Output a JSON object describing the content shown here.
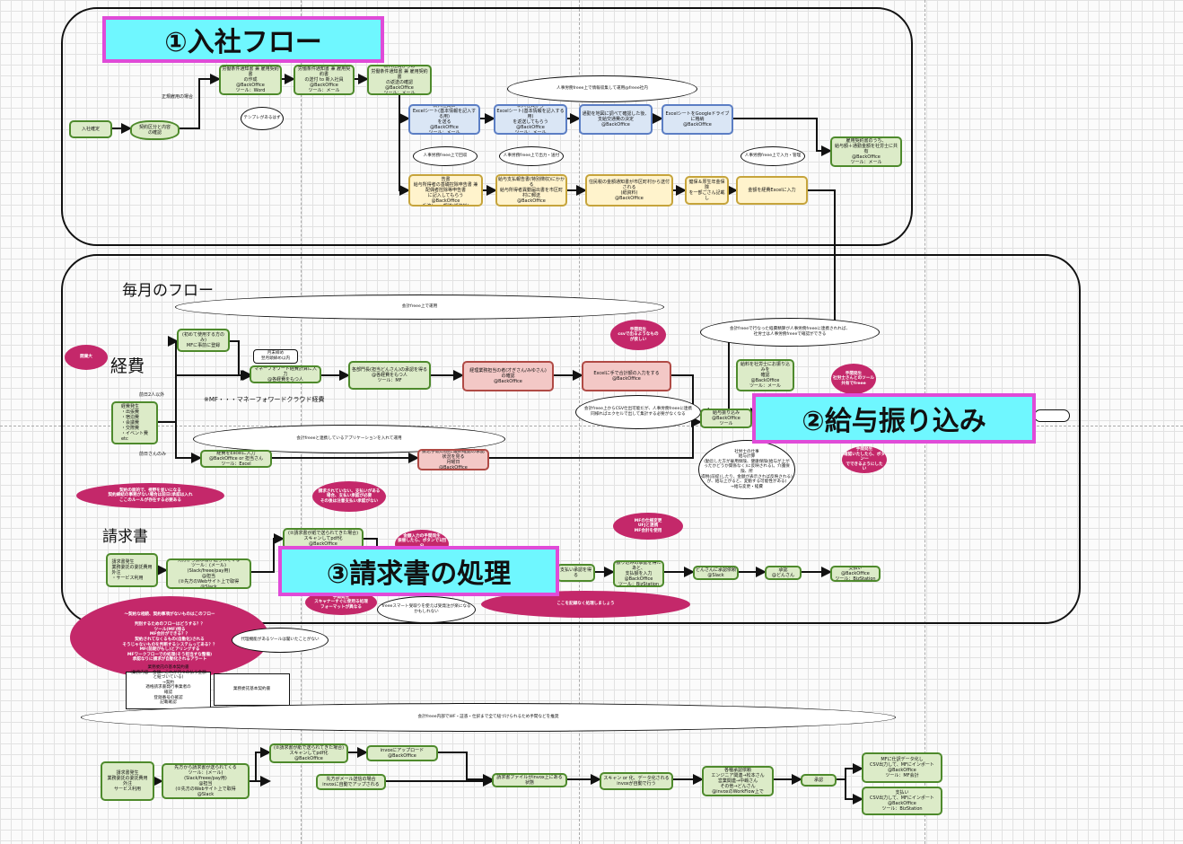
{
  "banners": {
    "onboarding": "①入社フロー",
    "payroll": "②給与振り込み",
    "invoice": "③請求書の処理"
  },
  "section_titles": {
    "monthly": "毎月のフロー",
    "expenses": "経費",
    "invoices": "請求書"
  },
  "labels": {
    "fulltime": "正規雇用の場合",
    "fulltime2": "前日2人以外",
    "approval_only": "前日さんのみ",
    "mf_note": "※MF・・・マネーフォワードクラウド経費"
  },
  "nodes": {
    "hire": "入社確定",
    "decide_contract": "契約区分と内容\nの確認",
    "offer_letter": "労働条件通知書 兼 雇用契約書\nの作成\n@BackOffice\nツール：Word",
    "send_offer": "労働条件通知書 兼 雇用契約書\nの送付 to 新入社員\n@BackOffice\nツール：メール",
    "return_offer": "新入社員からの\n労働条件通知書 兼 雇用契約書\nの返送の確認\n@BackOffice\nツール：メール",
    "excel_send": "新入社員に\nExcelシート(基本情報を記入する用)\nを送る\n@BackOffice\nツール：メール",
    "excel_fill": "新入社員から\nExcelシート(基本情報を記入する用)\nを返送してもらう\n@BackOffice\nツール：メール",
    "commute_check": "通勤を地図に調べて確認した後、\n支給交通費の決定\n@BackOffice",
    "excel_gdrive": "ExcelシートをGoogleドライブ\nに格納\n@BackOffice",
    "share_contract": "雇用契約書のうち、\n給与額＋通勤金額を社労士に共有\n@BackOffice\nツール：メール",
    "tax_form": "給与所得者の扶養控除等(異動)申告書\n給与所得者の基礎控除申告書 兼 配偶者控除等申告書\nに記入してもらう\n@BackOffice\n手渡し or 郵送(紙資料)",
    "tax_form2": "給与支払報告書(特別徴収)にかかる\n給与所得者異動届出書を市区町村に郵送\n@BackOffice",
    "resident_tax": "住民税の金額通知書が市区町村から送付される\n(紙資料)\n@BackOffice",
    "social_ins": "健保＆厚生年金保険\nを一部ごさん記載\nし",
    "excel_amount": "金額を経費Excelに入力",
    "hr_freee_input": "人事労務freee上で入力・管理",
    "mf_register": "(初めて使用する方のみ)\nMFに事前に登録",
    "money_forward": "マネーフォワード経費計算に入力\n@各経費をもつ人",
    "receipt_ok": "各部門長(担当どんさん)の承認を得る\n@各経費をもつ人\nツール：MF",
    "accountant": "経理業務担当の者(才ぎさん/みゆさん)\nの確認\n@BackOffice",
    "excel_total": "Excelに手で合計額の入力をする\n@BackOffice",
    "expense_info": "経費発生\n・出張費\n・宿泊費\n・会議費\n・交際費\n・イベント費\netc",
    "bank_excel": "経費をExcelに入力\n@BackOffice or 担当さん\nツール：Excel",
    "transfer_confirm": "振込手続の前に最終確認の承認\n状況を見る\n月曜日\n@BackOffice",
    "csv_payroll": "給料を社労士にお振り込みを\n確認\n@BackOffice\nツール：メール",
    "payroll_transfer": "給与振り込み\n@BackOffice\nツール",
    "invoice_receive": "請求書発生\n業務委託の委託費用\n外注\n・サービス利用",
    "invoice_send": "先方から請求書が送られてくる\nツール：(メール)\n(Slack/freee/pay用)\n@担当\n(②先方のWebサイト上で取得\n@Slack",
    "invoice_scan": "(②請求書が紙で送られてきた場合)\nスキャンしてpdf化\n@BackOffice",
    "invoice_pay": "支払い承認を得る",
    "transfer_bank": "振り込みの承認を得たあと、\n支払額を入力\n@BackOffice\nツール：BizStation",
    "slack_notice": "どんさんに承認依頼\n@Slack",
    "approve": "承認\n@どんさん",
    "payment": "支払い\n@BackOffice\nツール：BizStation",
    "invoice2_receive": "請求書発生\n業務委託の委託費用\n外注\nサービス利用",
    "invoice2_send": "先方から請求書が送られてくる\nツール：(メール)\n(Slack/freee/pay用)\n@担当\n(②先方のWebサイト上で取得\n@Slack",
    "invoice2_scan": "(②請求書が紙で送られてきた場合)\nスキャンしてpdf化\n@BackOffice",
    "invox_upload": "invoxにアップロード\n@BackOffice",
    "invox_auto": "先方がメール送信の場合\ninvoxに自動でアップされる",
    "invox_file": "請求書ファイルがinvox上にある状態",
    "invox_scan": "スキャン or 化、データ化される\ninvoxが自動で行う",
    "invox_route": "各種承認依頼\nエンジニア関連→松本さん\n営業関連→中嶋さん\nその他→どんさん\n@invoxのWorkFlow上で",
    "invox_approve": "承認",
    "mf_import": "MFに仕訳データ化し\nCSV出力して、MFにインポート\n@BackOffice\nツール：MF会計",
    "csv_export": "支払い\nCSV出力して、MFにインポート\n@BackOffice\nツール：BizStation",
    "contract_box": "業務委託の基本契約書\n(業務内容・金額、これが月々の払う金額\nと紐づいている)\n→契約\n適格請求書発行事業者の\n確認\n登録番号の確認\n記載確認\n\n定期なのは、",
    "contract_box2": "業務委託基本契約書"
  },
  "notes": {
    "hr_freee": "人事労務freee上で情報収集して運用@freee社内",
    "template": "テンプレがあるはず",
    "hr_freee_cmd": "人事労務freee上で回収",
    "hr_freee_out": "人事労務freee上で出力・送付",
    "hr_freee_mgmt": "人事労務freee上で入力・管理",
    "freee_accounting": "会計freee上で運用",
    "monthly_close": "月末締め\n翌月頭締め以内",
    "freee_app": "会計freeeと連携しているアプリケーションを入れて運用",
    "freee_payroll": "会計freeeで行なった経費精算が人事労務freeeに連携されれば、\n社労士は人事労務freeeで確認ができる",
    "csv_issue": "会計freee上からCSV仕出可能だが、人事労務freeeに連携\n同様ればエクセルで出して集計する必要がなくなる",
    "salary_calc": "社労士の仕事\n給与計算\n(勤怠した方が雇用保険、健康保険(給与が上が\nったかどうか関係なく)に反映される)。介護保険、所\n得税(前提)したり、金額が表示されば反映される)\nが、給与上がると、変動する可能性がある)\n→給与変更・経費",
    "smart_receipt": "freeeスマート受取りを使えば受発注が楽になる\nかもしれない",
    "payment_tool": "代理機能があるツールは聞いたことがない",
    "invoice_freee": "会計freee内部でWF・証憑・仕訳まで全て紐づけられるため手間などを推奨"
  },
  "pinks": {
    "tag_new": "開業大",
    "csv_ps": "手間発生\ncsvで出るようなもの\nが欲しい",
    "payroll_ps": "手間発生\n社労士さんとのツール\n共有でfreee",
    "payroll_ps2": "手間発生\n確認いたしたら、ボタン一\nでできるようにした\nい",
    "contract_ps": "契約の面的で、視野を並いになる\n契約締結の事務がない場合は前日(承認は入れ\nここのルールが存在する必要ある",
    "invoice_ps": "請求されていない、支払いがある\n場合、支払い承認が必要\nその後は注意支払い承認がない",
    "invoice_ps2": "金額入力の手間発生\n振替したら、ボタンで1回分\n流れる",
    "mf_ps": "MFの仕様変更\nUFJと連携\nMF会計を使用",
    "scan_ps": "手間発生\nスキャナーすぐに使用る処理\nフォーマットが異なる",
    "flow_ps": "ここを記録なく処理しましょう",
    "big_ps": "〜契約な相続、契約事項がないものはこのフロー\n\n判別するためのフローはどうする？？\nツール(MF)残る\nMF会計ができる？？\n契約されてなくるもの(自動化)される\nそうじゃないものを判断するシステムってある？？\nMF(前期がもし)とアリングする\nMFワークフローでの処理(そう担当すな整備)\n承認なりに請求が自動化されるアラート"
  },
  "icons": {
    "arrow": "arrow-head-icon"
  }
}
